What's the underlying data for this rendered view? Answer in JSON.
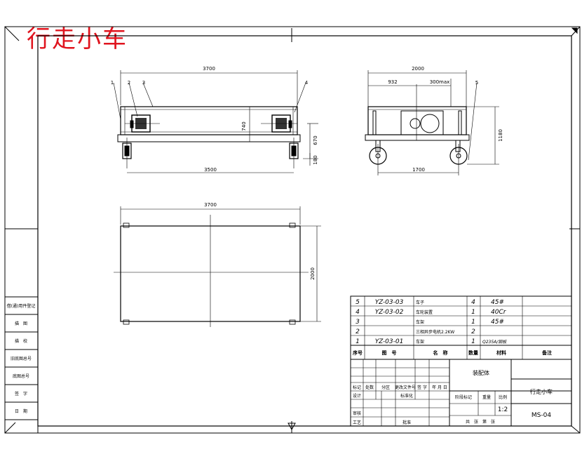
{
  "title": "行走小车",
  "side_view": {
    "top_dim": "3700",
    "bottom_dim": "3500",
    "height_dim_1": "740",
    "height_dim_2": "670",
    "height_dim_3": "180",
    "balloons": [
      "1",
      "2",
      "3",
      "4"
    ]
  },
  "end_view": {
    "width_dim": "2000",
    "dim_left": "932",
    "dim_offset": "300max",
    "height_dim": "1180",
    "bottom_dim": "1700",
    "balloon": "5"
  },
  "plan_view": {
    "top_dim": "3700",
    "side_dim": "2000"
  },
  "parts_list": {
    "headers": [
      "序号",
      "图　号",
      "名　称",
      "数量",
      "材料",
      "备注"
    ],
    "rows": [
      {
        "no": "5",
        "code": "YZ-03-03",
        "name": "车子",
        "qty": "4",
        "material": "45#"
      },
      {
        "no": "4",
        "code": "YZ-03-02",
        "name": "车轮装置",
        "qty": "1",
        "material": "40Cr"
      },
      {
        "no": "3",
        "code": "",
        "name": "车架",
        "qty": "1",
        "material": "45#"
      },
      {
        "no": "2",
        "code": "",
        "name": "三相异步电机2.2KW",
        "qty": "2",
        "material": ""
      },
      {
        "no": "1",
        "code": "YZ-03-01",
        "name": "车架",
        "qty": "1",
        "material": "Q235A/钢板"
      }
    ]
  },
  "title_block": {
    "assembly": "装配体",
    "drawing_name": "行走小车",
    "drawing_no": "MS-04",
    "scale": "1:2",
    "change_labels": [
      "标记",
      "处数",
      "分区",
      "更改文件号",
      "签 字",
      "年 月 日"
    ],
    "role_design": "设计",
    "role_standard": "标准化",
    "role_check": "审核",
    "role_process": "工艺",
    "role_approve": "批准",
    "stage_label": "阶段标记",
    "weight_label": "重量",
    "scale_label": "比例",
    "sheet_label": "共　张　第　张"
  },
  "left_column": [
    "借(通)用件登记",
    "描　图",
    "描　校",
    "旧底图总号",
    "底图总号",
    "签　字",
    "日　期"
  ]
}
